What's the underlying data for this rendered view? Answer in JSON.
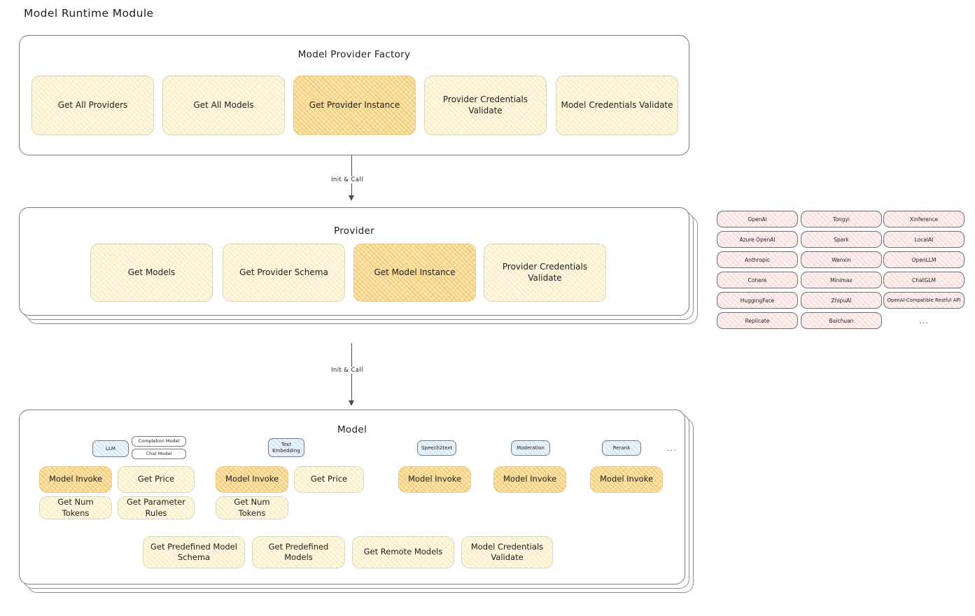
{
  "title": "Model Runtime Module",
  "factory": {
    "title": "Model Provider Factory",
    "methods": [
      {
        "label": "Get All Providers",
        "highlight": false
      },
      {
        "label": "Get All Models",
        "highlight": false
      },
      {
        "label": "Get Provider Instance",
        "highlight": true
      },
      {
        "label": "Provider Credentials Validate",
        "highlight": false
      },
      {
        "label": "Model Credentials Validate",
        "highlight": false
      }
    ]
  },
  "arrows": [
    {
      "label": "Init & Call"
    },
    {
      "label": "Init & Call"
    }
  ],
  "provider": {
    "title": "Provider",
    "methods": [
      {
        "label": "Get Models",
        "highlight": false
      },
      {
        "label": "Get Provider Schema",
        "highlight": false
      },
      {
        "label": "Get Model Instance",
        "highlight": true
      },
      {
        "label": "Provider Credentials Validate",
        "highlight": false
      }
    ]
  },
  "provider_list": {
    "columns": [
      [
        "OpenAI",
        "Azure OpenAI",
        "Anthropic",
        "Cohere",
        "HuggingFace",
        "Replicate"
      ],
      [
        "Tongyi",
        "Spark",
        "Wenxin",
        "Minimax",
        "ZhipuAI",
        "Baichuan"
      ],
      [
        "Xinference",
        "LocalAI",
        "OpenLLM",
        "ChatGLM",
        "OpenAI-Compatible Restful API"
      ]
    ],
    "more": "..."
  },
  "model": {
    "title": "Model",
    "more": "...",
    "types": [
      {
        "badge": "LLM",
        "sub_badges": [
          "Completion Model",
          "Chat Model"
        ],
        "methods": [
          {
            "label": "Model Invoke",
            "highlight": true
          },
          {
            "label": "Get Price",
            "highlight": false
          },
          {
            "label": "Get Num Tokens",
            "highlight": false
          },
          {
            "label": "Get Parameter Rules",
            "highlight": false
          }
        ]
      },
      {
        "badge": "Text Embedding",
        "sub_badges": [],
        "methods": [
          {
            "label": "Model Invoke",
            "highlight": true
          },
          {
            "label": "Get Price",
            "highlight": false
          },
          {
            "label": "Get Num Tokens",
            "highlight": false
          }
        ]
      },
      {
        "badge": "Speech2text",
        "sub_badges": [],
        "methods": [
          {
            "label": "Model Invoke",
            "highlight": true
          }
        ]
      },
      {
        "badge": "Moderation",
        "sub_badges": [],
        "methods": [
          {
            "label": "Model Invoke",
            "highlight": true
          }
        ]
      },
      {
        "badge": "Rerank",
        "sub_badges": [],
        "methods": [
          {
            "label": "Model Invoke",
            "highlight": true
          }
        ]
      }
    ],
    "common_methods": [
      {
        "label": "Get Predefined Model Schema"
      },
      {
        "label": "Get Predefined Models"
      },
      {
        "label": "Get Remote Models"
      },
      {
        "label": "Model Credentials Validate"
      }
    ]
  },
  "colors": {
    "box_fill": "#fdf8e3",
    "box_fill_highlight": "#fbe3ab",
    "chip_fill": "#fdf0ef",
    "badge_fill": "#e9f3fb",
    "stroke": "#1e1e1e"
  }
}
